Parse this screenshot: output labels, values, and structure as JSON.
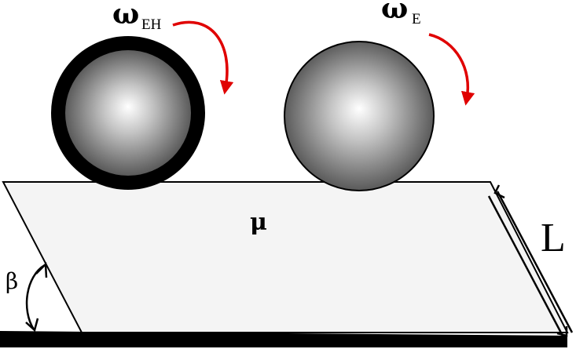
{
  "labels": {
    "omega_symbol": "ω",
    "omega_left_subscript": "EH",
    "omega_right_subscript": "E",
    "friction": "μ",
    "length": "L",
    "angle": "β"
  },
  "colors": {
    "arrow_rotation": "#e00000",
    "plane_fill": "#f4f4f4",
    "outline": "#000000",
    "sphere_light": "#ffffff",
    "sphere_dark": "#4a4a4a"
  },
  "icons": {
    "rotation_arrow": "curved-arrow-clockwise",
    "angle_marker": "double-headed-arc-arrow",
    "length_marker": "double-headed-arrow"
  }
}
